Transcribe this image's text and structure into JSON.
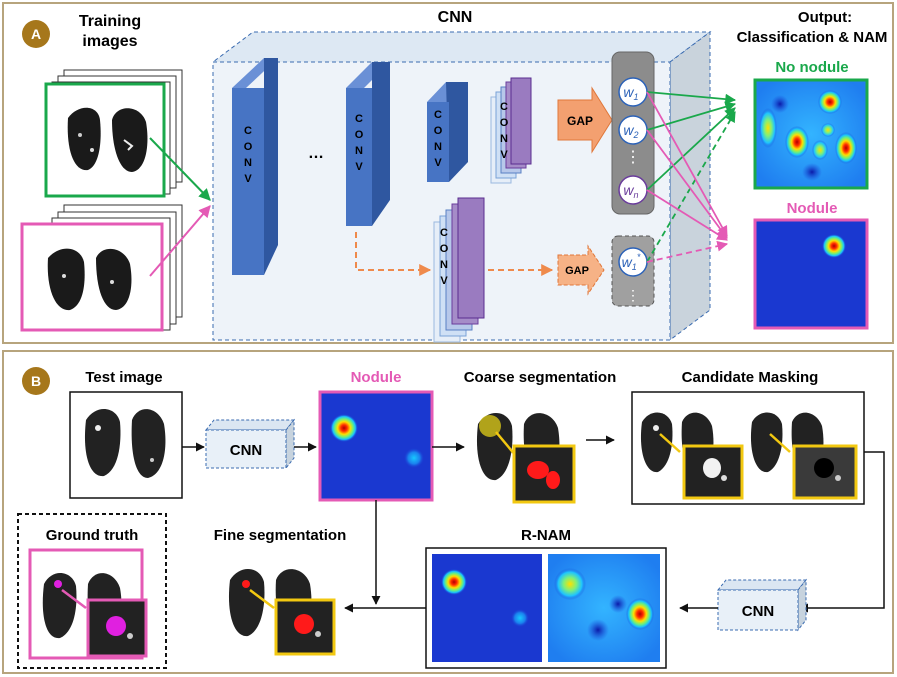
{
  "panel_a": {
    "badge": "A",
    "training_label_1": "Training",
    "training_label_2": "images",
    "cnn_title": "CNN",
    "output_label_1": "Output:",
    "output_label_2": "Classification & NAM",
    "no_nodule_label": "No nodule",
    "nodule_label": "Nodule",
    "conv_letters": [
      "C",
      "O",
      "N",
      "V"
    ],
    "ellipsis": "…",
    "gap_label": "GAP",
    "gap_label_2": "GAP",
    "weights": [
      {
        "base": "w",
        "sub": "1",
        "sup": ""
      },
      {
        "base": "w",
        "sub": "2",
        "sup": ""
      },
      {
        "base": "w",
        "sub": "n",
        "sup": ""
      }
    ],
    "weight_star": {
      "base": "w",
      "sub": "1",
      "sup": "*"
    },
    "vdots": "⋮"
  },
  "panel_b": {
    "badge": "B",
    "test_image_label": "Test image",
    "cnn_label_1": "CNN",
    "nodule_label": "Nodule",
    "coarse_label": "Coarse segmentation",
    "candidate_label": "Candidate Masking",
    "ground_truth_label": "Ground truth",
    "fine_label": "Fine segmentation",
    "rnam_label": "R-NAM",
    "cnn_label_2": "CNN"
  },
  "colors": {
    "frame": "#b7a47d",
    "badge": "#a6771b",
    "green": "#1aa84b",
    "pink": "#e45ab5",
    "orange": "#ef8a4c",
    "conv_blue": "#4774c4",
    "yellow": "#f2c811",
    "heat_bg": "#1a40d6"
  }
}
